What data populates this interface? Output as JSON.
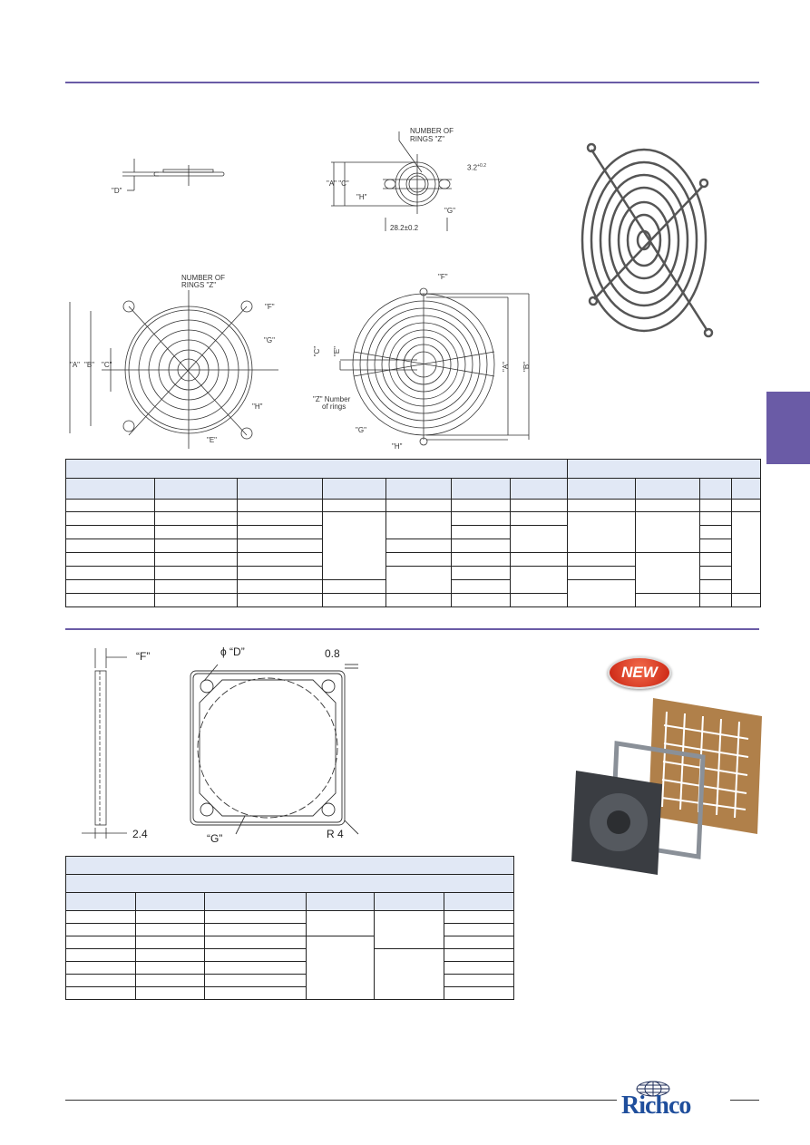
{
  "colors": {
    "accent": "#6a5ba6",
    "header_fill": "#e1e8f5",
    "brand": "#1f4e9c",
    "badge": "#d92b1f"
  },
  "drawings": {
    "side_view": {
      "d": "\"D\""
    },
    "ring_detail": {
      "rings_line1": "NUMBER OF",
      "rings_line2": "RINGS \"Z\"",
      "a_c": "\"A\" \"C\"",
      "h": "\"H\"",
      "g": "\"G\"",
      "thickness": "3.2",
      "tol": "+0.2",
      "width": "28.2±0.2"
    },
    "square_guard": {
      "rings_line1": "NUMBER OF",
      "rings_line2": "RINGS \"Z\"",
      "a": "\"A\"",
      "b": "\"B\"",
      "c": "\"C\"",
      "f": "\"F\"",
      "g": "\"G\"",
      "h": "\"H\"",
      "e": "\"E\""
    },
    "round_guard": {
      "f": "\"F\"",
      "c": "\"C\"",
      "e": "\"E\"",
      "a": "\"A\"",
      "b": "\"B\"",
      "z1": "\"Z\" Number",
      "z2": "of rings",
      "g": "\"G\"",
      "h": "\"H\""
    },
    "filter": {
      "f": "“F”",
      "d": "ϕ “D”",
      "r08": "0.8",
      "t24": "2.4",
      "g": "“G”",
      "r4": "R 4"
    }
  },
  "badge": {
    "label": "NEW"
  },
  "footer": {
    "logo": "Richco"
  }
}
